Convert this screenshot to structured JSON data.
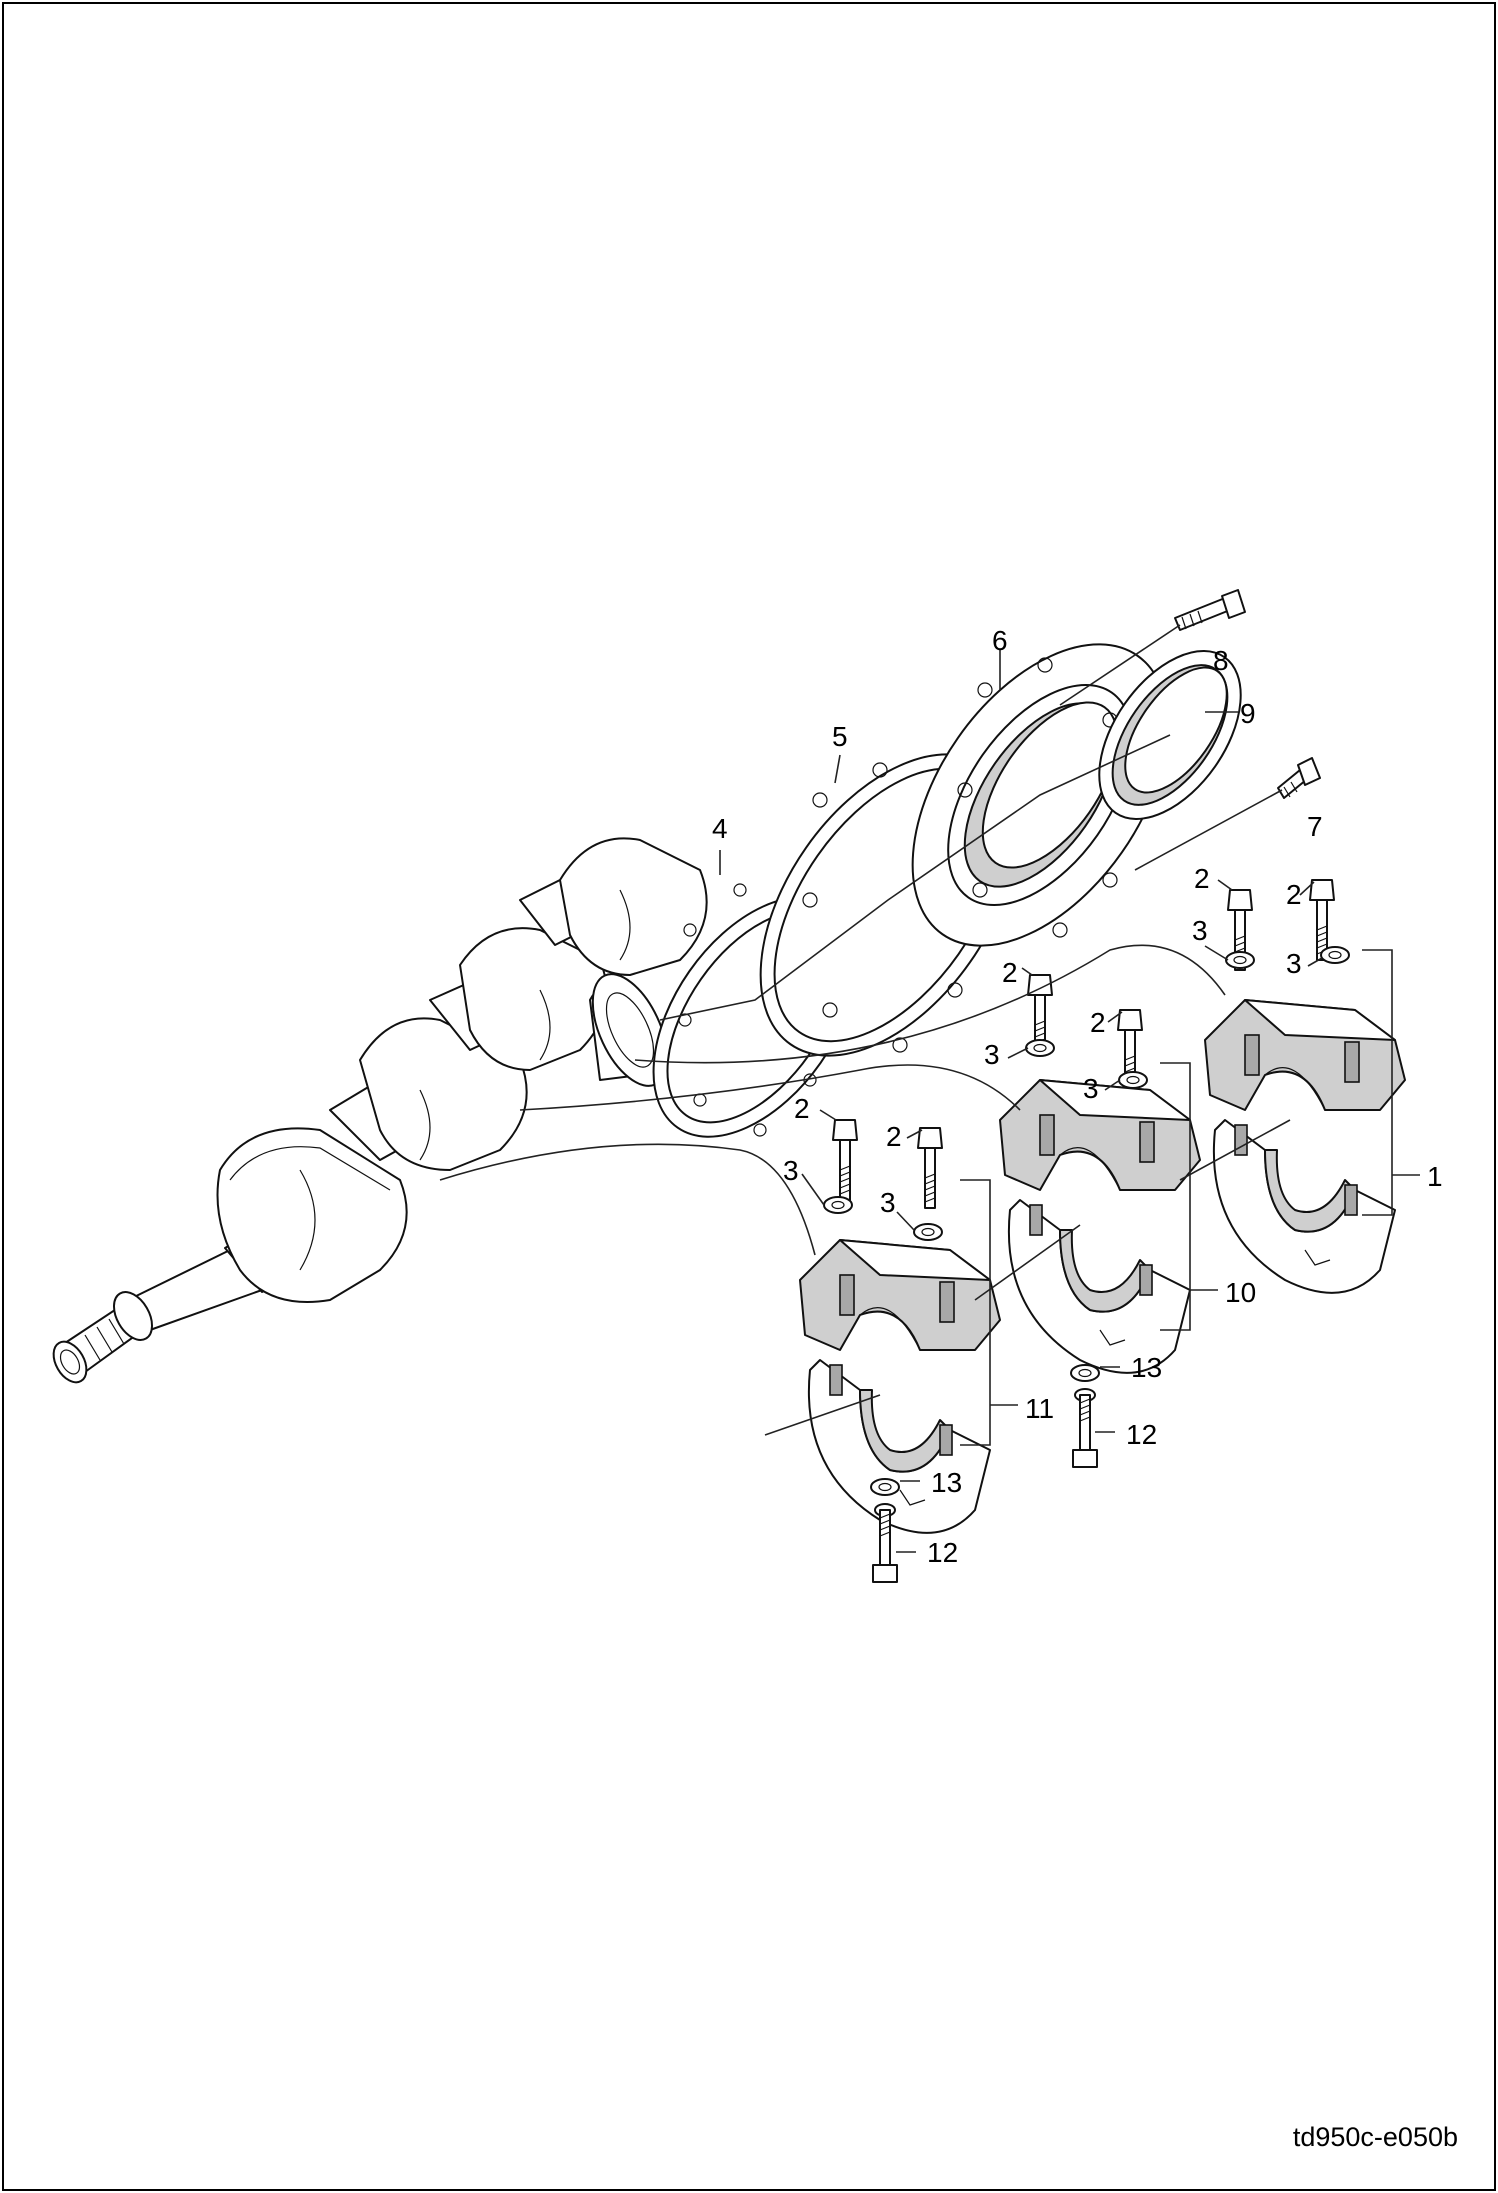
{
  "callouts": [
    {
      "id": "c-1",
      "label": "1"
    },
    {
      "id": "c-2a",
      "label": "2"
    },
    {
      "id": "c-2b",
      "label": "2"
    },
    {
      "id": "c-2c",
      "label": "2"
    },
    {
      "id": "c-2d",
      "label": "2"
    },
    {
      "id": "c-2e",
      "label": "2"
    },
    {
      "id": "c-2f",
      "label": "2"
    },
    {
      "id": "c-3a",
      "label": "3"
    },
    {
      "id": "c-3b",
      "label": "3"
    },
    {
      "id": "c-3c",
      "label": "3"
    },
    {
      "id": "c-3d",
      "label": "3"
    },
    {
      "id": "c-3e",
      "label": "3"
    },
    {
      "id": "c-3f",
      "label": "3"
    },
    {
      "id": "c-4",
      "label": "4"
    },
    {
      "id": "c-5",
      "label": "5"
    },
    {
      "id": "c-6",
      "label": "6"
    },
    {
      "id": "c-7",
      "label": "7"
    },
    {
      "id": "c-8",
      "label": "8"
    },
    {
      "id": "c-9",
      "label": "9"
    },
    {
      "id": "c-10",
      "label": "10"
    },
    {
      "id": "c-11",
      "label": "11"
    },
    {
      "id": "c-12a",
      "label": "12"
    },
    {
      "id": "c-12b",
      "label": "12"
    },
    {
      "id": "c-13a",
      "label": "13"
    },
    {
      "id": "c-13b",
      "label": "13"
    }
  ],
  "drawing_reference": "td950c-e050b"
}
